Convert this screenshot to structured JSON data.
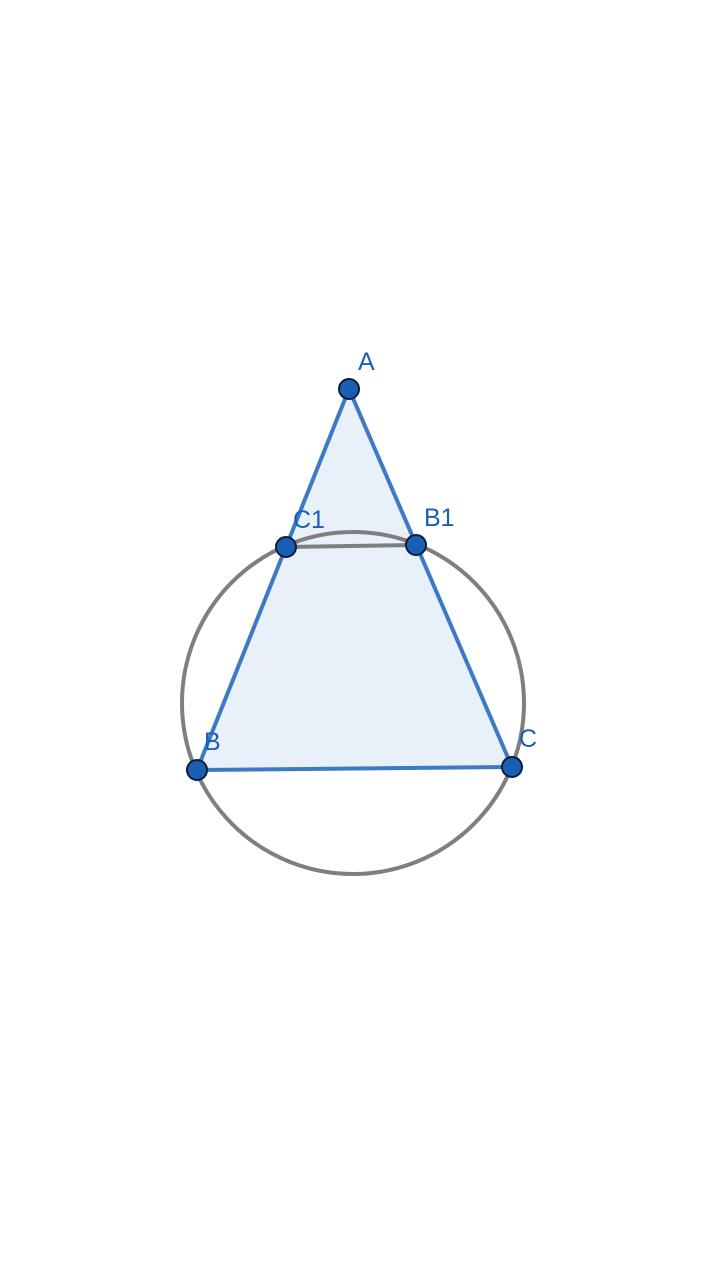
{
  "diagram": {
    "points": {
      "A": {
        "label": "A"
      },
      "B": {
        "label": "B"
      },
      "C": {
        "label": "C"
      },
      "B1": {
        "label": "B1"
      },
      "C1": {
        "label": "C1"
      }
    },
    "colors": {
      "triangle_stroke": "#3d7ac4",
      "triangle_fill": "#e8f0fa",
      "circle_stroke": "#7f7f7f",
      "point_fill": "#1a5fb4",
      "point_stroke": "#0b1f3a",
      "label": "#1a5fb4"
    }
  }
}
